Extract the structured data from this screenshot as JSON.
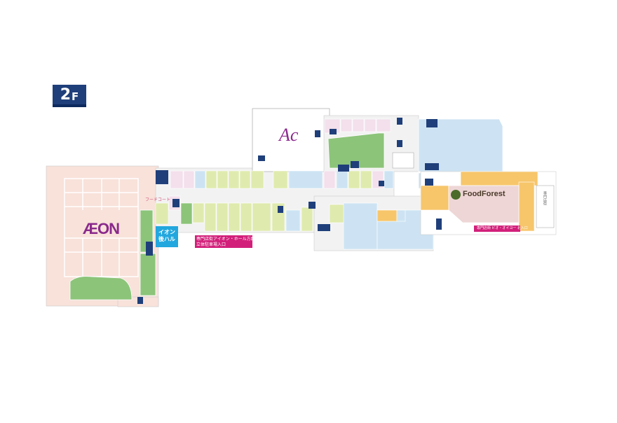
{
  "floor": {
    "number": "2",
    "unit": "F"
  },
  "anchors": {
    "aeon": "ÆON",
    "ac": "Ac",
    "food_forest": "FoodForest",
    "aeon_counter": "イオン\n後ハル"
  },
  "food_court": "フードコート",
  "pink_signs": {
    "right_main": "専門店街 ビオ・オイヨー 北入口",
    "center_line1": "専門店街アイオン・ホール方面",
    "center_line2": "立体駐車場入口"
  },
  "side_text": "専門店街",
  "colors": {
    "aeon_zone": "#f8e2da",
    "green_zone": "#8cc47a",
    "blue_zone": "#cde3f3",
    "lime_zone": "#dfeaae",
    "orange_zone": "#f7c66b",
    "pink_sign": "#d21f7a",
    "navy_badge": "#1f3f7a",
    "cyan_counter": "#22a7de"
  },
  "icons": [
    "elevator-icon",
    "restroom-icon",
    "escalator-icon",
    "aeon-logo",
    "ac-logo",
    "food-forest-logo"
  ]
}
